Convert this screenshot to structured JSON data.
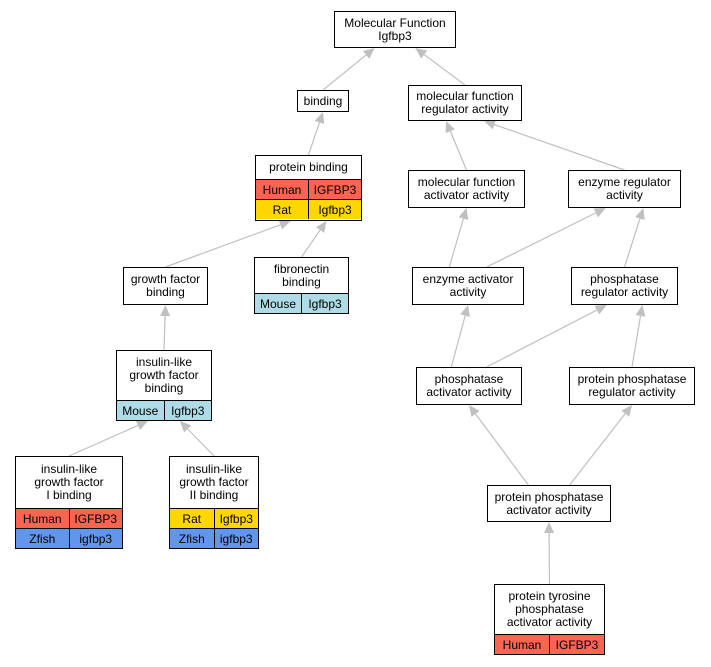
{
  "colors": {
    "edge": "#c0c0c0",
    "arrowhead": "#c0c0c0",
    "node_border": "#000000",
    "species": {
      "Human": "#fa6450",
      "Rat": "#ffd700",
      "Mouse": "#aedce6",
      "Zfish": "#6495ed"
    }
  },
  "nodes": {
    "mf_root": {
      "label": "Molecular Function\nIgfbp3"
    },
    "binding": {
      "label": "binding"
    },
    "mf_regulator": {
      "label": "molecular function\nregulator activity"
    },
    "protein_binding": {
      "label": "protein binding",
      "rows": [
        {
          "species": "Human",
          "gene": "IGFBP3"
        },
        {
          "species": "Rat",
          "gene": "Igfbp3"
        }
      ]
    },
    "mf_activator": {
      "label": "molecular function\nactivator activity"
    },
    "enzyme_regulator": {
      "label": "enzyme regulator\nactivity"
    },
    "growth_factor_binding": {
      "label": "growth factor\nbinding"
    },
    "fibronectin_binding": {
      "label": "fibronectin\nbinding",
      "rows": [
        {
          "species": "Mouse",
          "gene": "Igfbp3"
        }
      ]
    },
    "enzyme_activator": {
      "label": "enzyme activator\nactivity"
    },
    "phosphatase_regulator": {
      "label": "phosphatase\nregulator activity"
    },
    "igf_binding": {
      "label": "insulin-like\ngrowth factor\nbinding",
      "rows": [
        {
          "species": "Mouse",
          "gene": "Igfbp3"
        }
      ]
    },
    "phosphatase_activator": {
      "label": "phosphatase\nactivator activity"
    },
    "protein_phosphatase_regulator": {
      "label": "protein phosphatase\nregulator activity"
    },
    "igf1_binding": {
      "label": "insulin-like\ngrowth factor\nI binding",
      "rows": [
        {
          "species": "Human",
          "gene": "IGFBP3"
        },
        {
          "species": "Zfish",
          "gene": "igfbp3"
        }
      ]
    },
    "igf2_binding": {
      "label": "insulin-like\ngrowth factor\nII binding",
      "rows": [
        {
          "species": "Rat",
          "gene": "Igfbp3"
        },
        {
          "species": "Zfish",
          "gene": "igfbp3"
        }
      ]
    },
    "protein_phosphatase_activator": {
      "label": "protein phosphatase\nactivator activity"
    },
    "protein_tyrosine_phosphatase_activator": {
      "label": "protein tyrosine\nphosphatase\nactivator activity",
      "rows": [
        {
          "species": "Human",
          "gene": "IGFBP3"
        }
      ]
    }
  },
  "edges": [
    [
      "binding",
      "mf_root"
    ],
    [
      "mf_regulator",
      "mf_root"
    ],
    [
      "protein_binding",
      "binding"
    ],
    [
      "mf_activator",
      "mf_regulator"
    ],
    [
      "enzyme_regulator",
      "mf_regulator"
    ],
    [
      "growth_factor_binding",
      "protein_binding"
    ],
    [
      "fibronectin_binding",
      "protein_binding"
    ],
    [
      "enzyme_activator",
      "mf_activator"
    ],
    [
      "enzyme_activator",
      "enzyme_regulator"
    ],
    [
      "phosphatase_regulator",
      "enzyme_regulator"
    ],
    [
      "igf_binding",
      "growth_factor_binding"
    ],
    [
      "phosphatase_activator",
      "enzyme_activator"
    ],
    [
      "phosphatase_activator",
      "phosphatase_regulator"
    ],
    [
      "protein_phosphatase_regulator",
      "phosphatase_regulator"
    ],
    [
      "igf1_binding",
      "igf_binding"
    ],
    [
      "igf2_binding",
      "igf_binding"
    ],
    [
      "protein_phosphatase_activator",
      "phosphatase_activator"
    ],
    [
      "protein_phosphatase_activator",
      "protein_phosphatase_regulator"
    ],
    [
      "protein_tyrosine_phosphatase_activator",
      "protein_phosphatase_activator"
    ]
  ]
}
